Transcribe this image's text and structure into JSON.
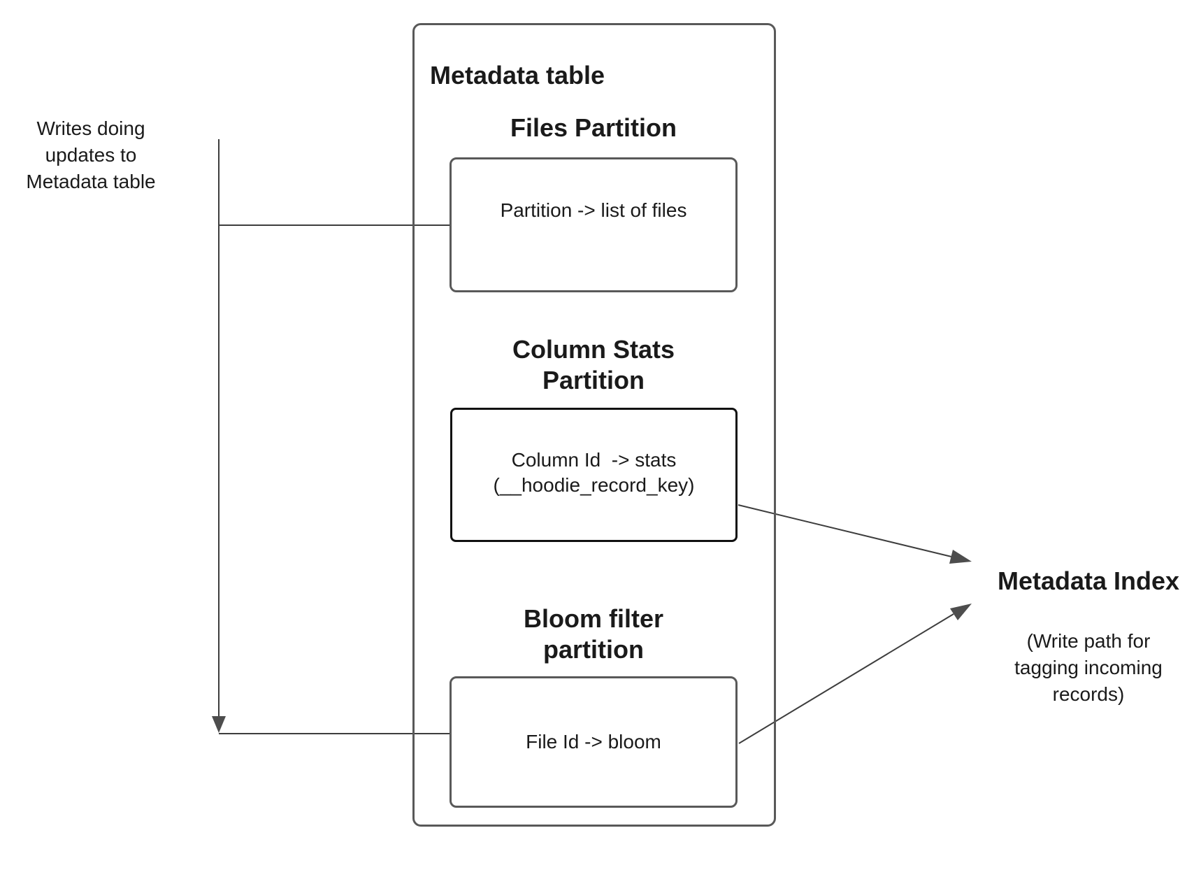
{
  "note_left": "Writes doing\nupdates to\nMetadata table",
  "container": {
    "title": "Metadata table"
  },
  "sections": {
    "files": {
      "title": "Files Partition",
      "box_text": "Partition -> list of files"
    },
    "column_stats": {
      "title": "Column Stats\nPartition",
      "box_text": "Column Id  -> stats\n(__hoodie_record_key)"
    },
    "bloom": {
      "title": "Bloom filter\npartition",
      "box_text": "File Id -> bloom"
    }
  },
  "index": {
    "title": "Metadata Index",
    "note": "(Write path for\ntagging incoming\nrecords)"
  },
  "colors": {
    "text": "#1a1a1a",
    "line": "#3d3d3d",
    "arrowhead": "#4d4d4d",
    "box_border_gray": "#595959",
    "box_border_black": "#111111",
    "background": "#ffffff"
  }
}
